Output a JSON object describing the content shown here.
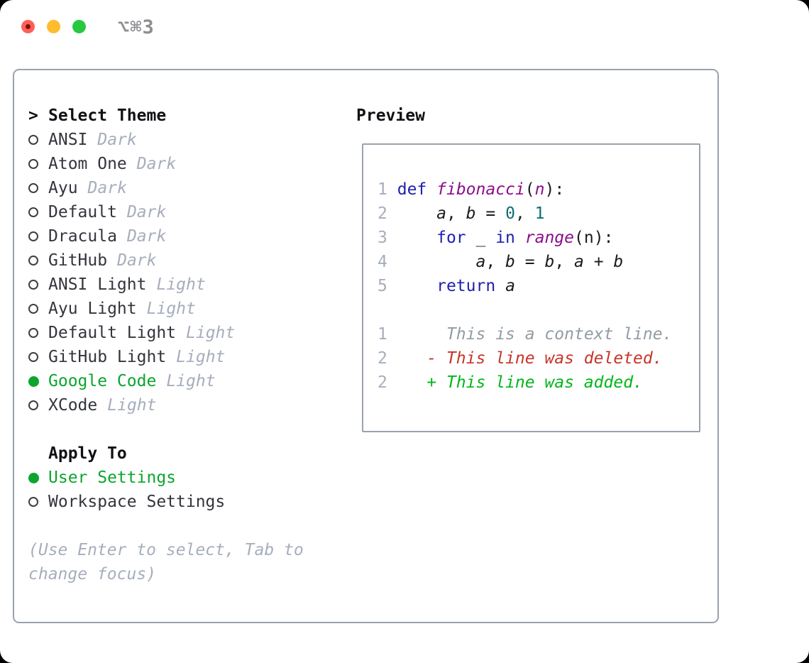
{
  "window": {
    "title": "⌥⌘3"
  },
  "colors": {
    "accent_green": "#0ca52e",
    "added_green": "#00b61b",
    "deleted_red": "#c5352a",
    "keyword_blue": "#1f1fae",
    "function_purple": "#8b0f8b",
    "literal_teal": "#0e6e72",
    "muted_gray": "#a6aebc",
    "context_gray": "#939ba4",
    "text_dark": "#1a1b1e",
    "name_dark": "#33353c",
    "border_gray": "#9aa2ae",
    "title_gray": "#8e8f93",
    "light_red": "#ff5f57",
    "light_yellow": "#febc2e",
    "light_green": "#28c840"
  },
  "panel": {
    "theme_list": {
      "header_prefix": ">",
      "header": "Select Theme",
      "items": [
        {
          "name": "ANSI",
          "variant": "Dark",
          "selected": false
        },
        {
          "name": "Atom One",
          "variant": "Dark",
          "selected": false
        },
        {
          "name": "Ayu",
          "variant": "Dark",
          "selected": false
        },
        {
          "name": "Default",
          "variant": "Dark",
          "selected": false
        },
        {
          "name": "Dracula",
          "variant": "Dark",
          "selected": false
        },
        {
          "name": "GitHub",
          "variant": "Dark",
          "selected": false
        },
        {
          "name": "ANSI Light",
          "variant": "Light",
          "selected": false
        },
        {
          "name": "Ayu Light",
          "variant": "Light",
          "selected": false
        },
        {
          "name": "Default Light",
          "variant": "Light",
          "selected": false
        },
        {
          "name": "GitHub Light",
          "variant": "Light",
          "selected": false
        },
        {
          "name": "Google Code",
          "variant": "Light",
          "selected": true
        },
        {
          "name": "XCode",
          "variant": "Light",
          "selected": false
        }
      ]
    },
    "apply_to": {
      "header": "Apply To",
      "options": [
        {
          "label": "User Settings",
          "selected": true
        },
        {
          "label": "Workspace Settings",
          "selected": false
        }
      ]
    },
    "hint_lines": [
      "(Use Enter to select, Tab to",
      "change focus)"
    ],
    "preview": {
      "header": "Preview",
      "lines": [
        [
          [
            "1",
            "lnum"
          ],
          [
            " ",
            ""
          ],
          [
            "def",
            "kw"
          ],
          [
            " ",
            ""
          ],
          [
            "fibonacci",
            "fn"
          ],
          [
            "(",
            ""
          ],
          [
            "n",
            "param"
          ],
          [
            "):",
            ""
          ]
        ],
        [
          [
            "2",
            "lnum"
          ],
          [
            "     ",
            ""
          ],
          [
            "a",
            "var"
          ],
          [
            ", ",
            ""
          ],
          [
            "b",
            "var"
          ],
          [
            " = ",
            ""
          ],
          [
            "0",
            "lit"
          ],
          [
            ", ",
            ""
          ],
          [
            "1",
            "lit"
          ]
        ],
        [
          [
            "3",
            "lnum"
          ],
          [
            "     ",
            ""
          ],
          [
            "for",
            "kw"
          ],
          [
            " _ ",
            ""
          ],
          [
            "in",
            "kw"
          ],
          [
            " ",
            ""
          ],
          [
            "range",
            "fn"
          ],
          [
            "(",
            ""
          ],
          [
            "n",
            ""
          ],
          [
            "):",
            ""
          ]
        ],
        [
          [
            "4",
            "lnum"
          ],
          [
            "         ",
            ""
          ],
          [
            "a",
            "var"
          ],
          [
            ", ",
            ""
          ],
          [
            "b",
            "var"
          ],
          [
            " = ",
            ""
          ],
          [
            "b",
            "var"
          ],
          [
            ", ",
            ""
          ],
          [
            "a",
            "var"
          ],
          [
            " + ",
            ""
          ],
          [
            "b",
            "var"
          ]
        ],
        [
          [
            "5",
            "lnum"
          ],
          [
            "     ",
            ""
          ],
          [
            "return",
            "kw"
          ],
          [
            " ",
            ""
          ],
          [
            "a",
            "var"
          ]
        ],
        [],
        [
          [
            "1",
            "lnum"
          ],
          [
            "      ",
            ""
          ],
          [
            "This is a context line.",
            "ctx"
          ]
        ],
        [
          [
            "2",
            "lnum"
          ],
          [
            "    ",
            ""
          ],
          [
            "- This line was deleted.",
            "del"
          ]
        ],
        [
          [
            "2",
            "lnum"
          ],
          [
            "    ",
            ""
          ],
          [
            "+ This line was added.",
            "add"
          ]
        ]
      ]
    }
  }
}
